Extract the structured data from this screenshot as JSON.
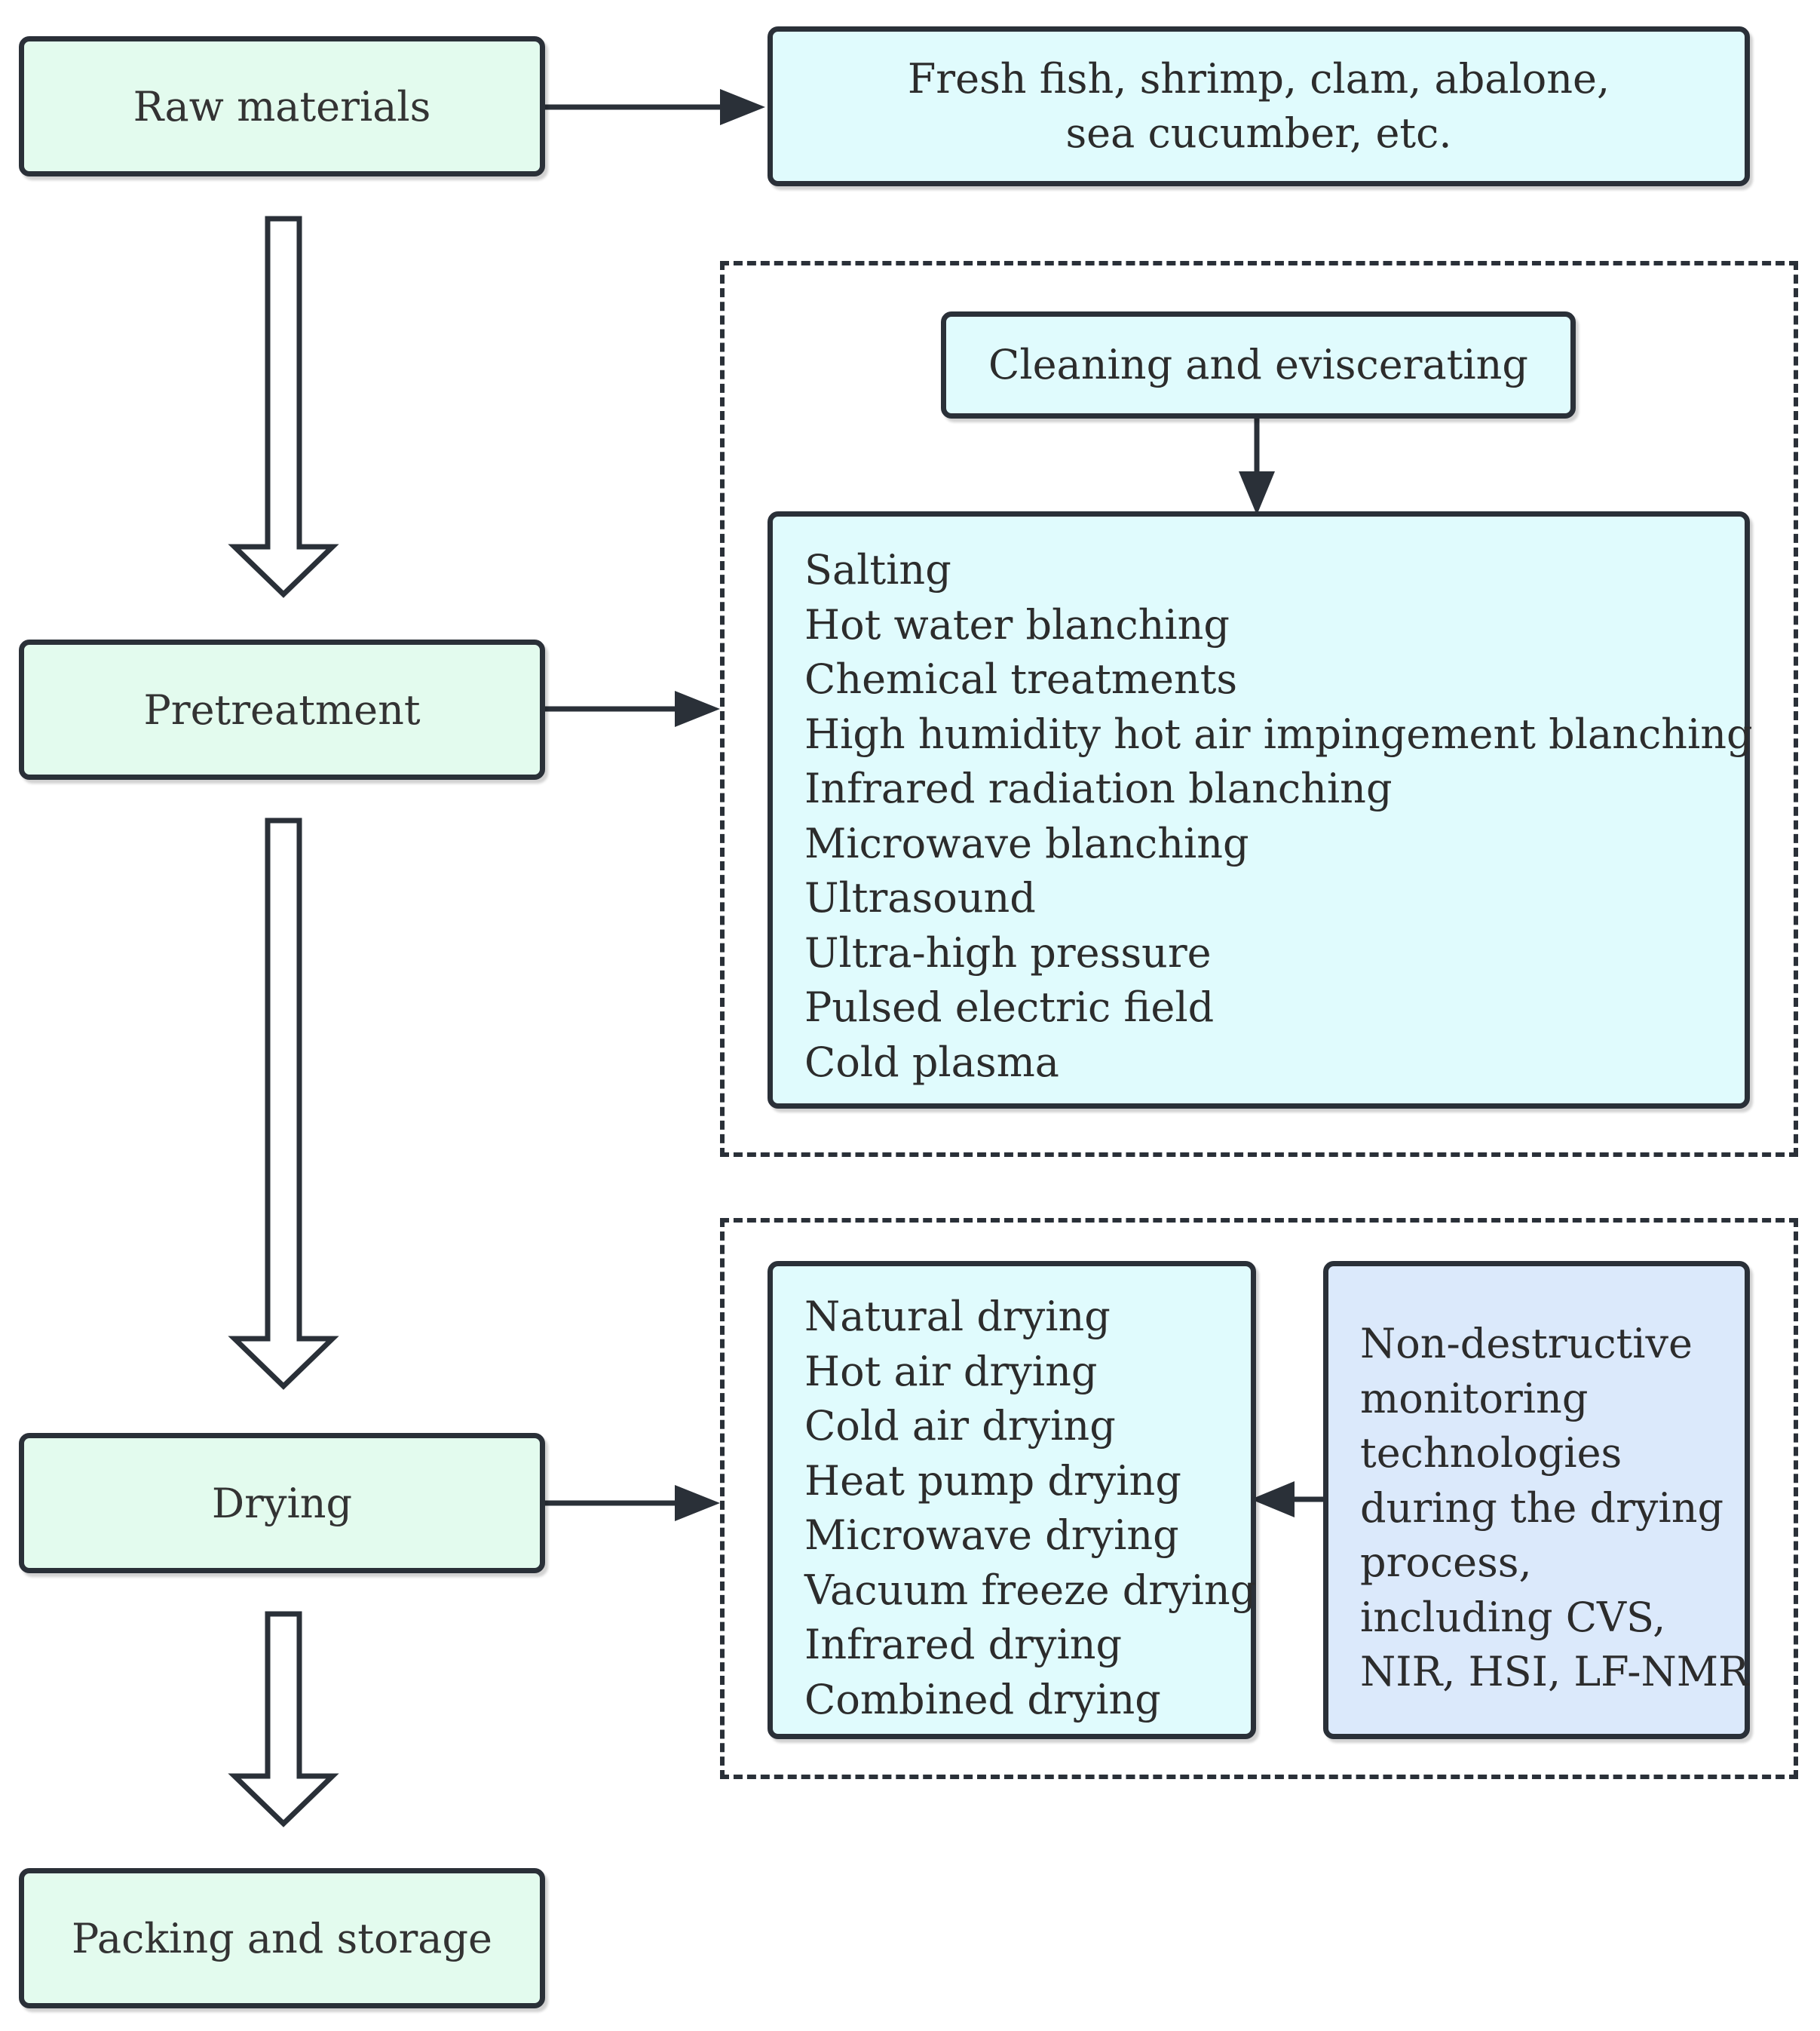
{
  "steps": {
    "raw_materials": "Raw materials",
    "pretreatment": "Pretreatment",
    "drying": "Drying",
    "packing_storage": "Packing and storage"
  },
  "raw_materials_examples": {
    "line1": "Fresh fish, shrimp, clam, abalone,",
    "line2": "sea cucumber, etc."
  },
  "pretreatment_group": {
    "cleaning": "Cleaning and eviscerating",
    "methods": [
      "Salting",
      "Hot water blanching",
      "Chemical treatments",
      "High humidity hot air impingement blanching",
      "Infrared radiation blanching",
      "Microwave blanching",
      "Ultrasound",
      "Ultra-high pressure",
      "Pulsed electric field",
      "Cold plasma"
    ]
  },
  "drying_group": {
    "methods": [
      "Natural drying",
      "Hot air drying",
      "Cold air drying",
      "Heat pump drying",
      "Microwave drying",
      "Vacuum freeze drying",
      "Infrared drying",
      "Combined drying"
    ],
    "monitoring_lines": [
      "Non-destructive",
      "monitoring",
      "technologies",
      "during the drying",
      "process,",
      "including CVS,",
      "NIR, HSI, LF-NMR"
    ]
  },
  "colors": {
    "step_fill": "#e3fbee",
    "method_fill": "#e0fbfd",
    "monitoring_fill": "#dbe9fb",
    "stroke": "#2a3038"
  }
}
